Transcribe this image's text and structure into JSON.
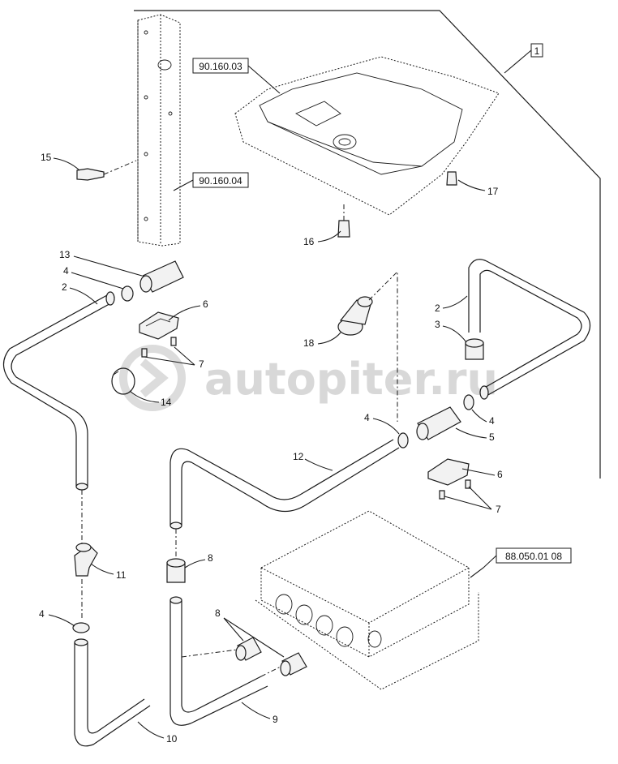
{
  "diagram": {
    "reference_labels": {
      "ref_1": "1",
      "ref_90_160_03": "90.160.03",
      "ref_90_160_04": "90.160.04",
      "ref_88_050_01_08": "88.050.01 08"
    },
    "callouts": {
      "c15": "15",
      "c16": "16",
      "c17": "17",
      "c13": "13",
      "c4a": "4",
      "c2a": "2",
      "c6a": "6",
      "c7a": "7",
      "c14": "14",
      "c18": "18",
      "c2b": "2",
      "c3": "3",
      "c4b": "4",
      "c4c": "4",
      "c5": "5",
      "c12": "12",
      "c6b": "6",
      "c7b": "7",
      "c11": "11",
      "c8a": "8",
      "c8b": "8",
      "c4d": "4",
      "c9": "9",
      "c10": "10"
    },
    "watermark": "autopiter.ru"
  }
}
